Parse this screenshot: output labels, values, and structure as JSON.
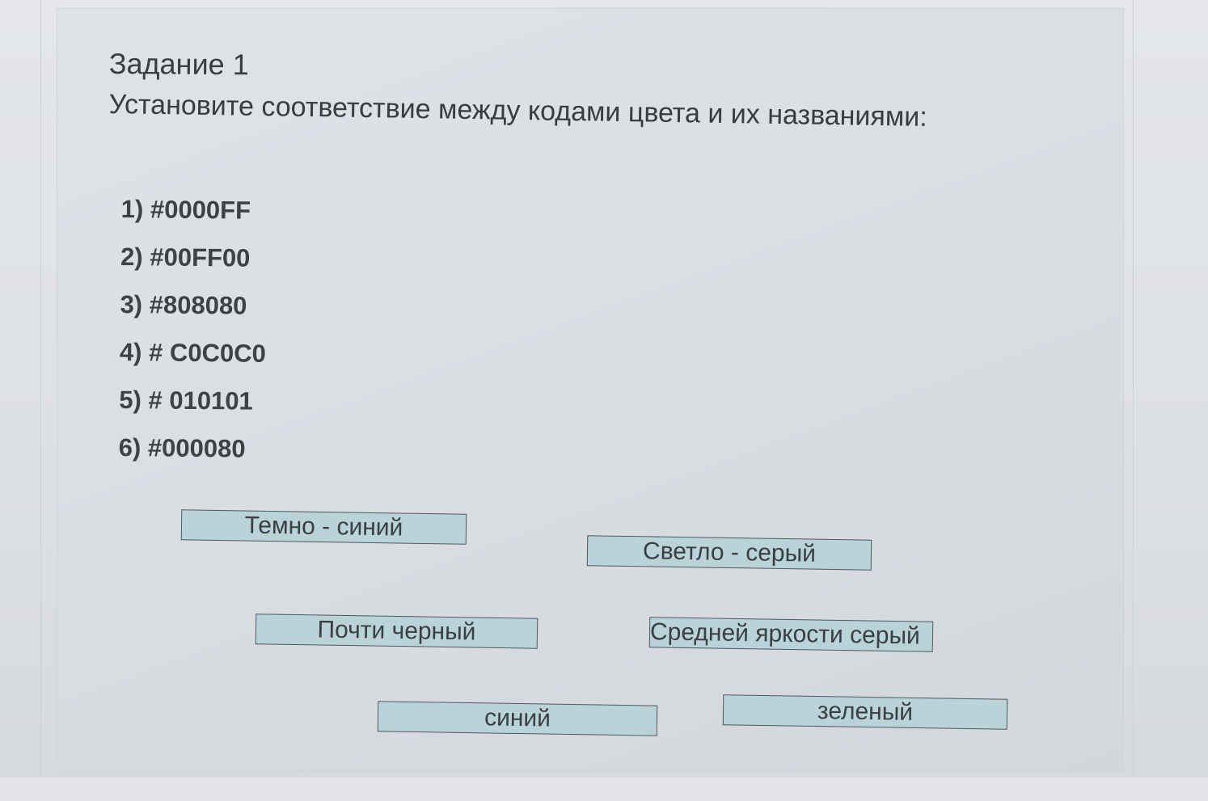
{
  "task": {
    "title": "Задание 1",
    "instruction": "Установите соответствие между кодами цвета и их названиями:"
  },
  "codes": [
    {
      "label": "1) #0000FF"
    },
    {
      "label": "2) #00FF00"
    },
    {
      "label": "3) #808080"
    },
    {
      "label": "4) # C0C0C0"
    },
    {
      "label": "5) # 010101"
    },
    {
      "label": "6) #000080"
    }
  ],
  "answers": {
    "dark_blue": "Темно - синий",
    "light_gray": "Светло - серый",
    "almost_black": "Почти черный",
    "medium_gray": "Средней яркости серый",
    "blue": "синий",
    "green": "зеленый"
  },
  "colors": {
    "answer_box_fill": "#b9d3d9",
    "answer_box_border": "#4f5a60",
    "text": "#3a3d40",
    "background": "#dfe2e7"
  }
}
